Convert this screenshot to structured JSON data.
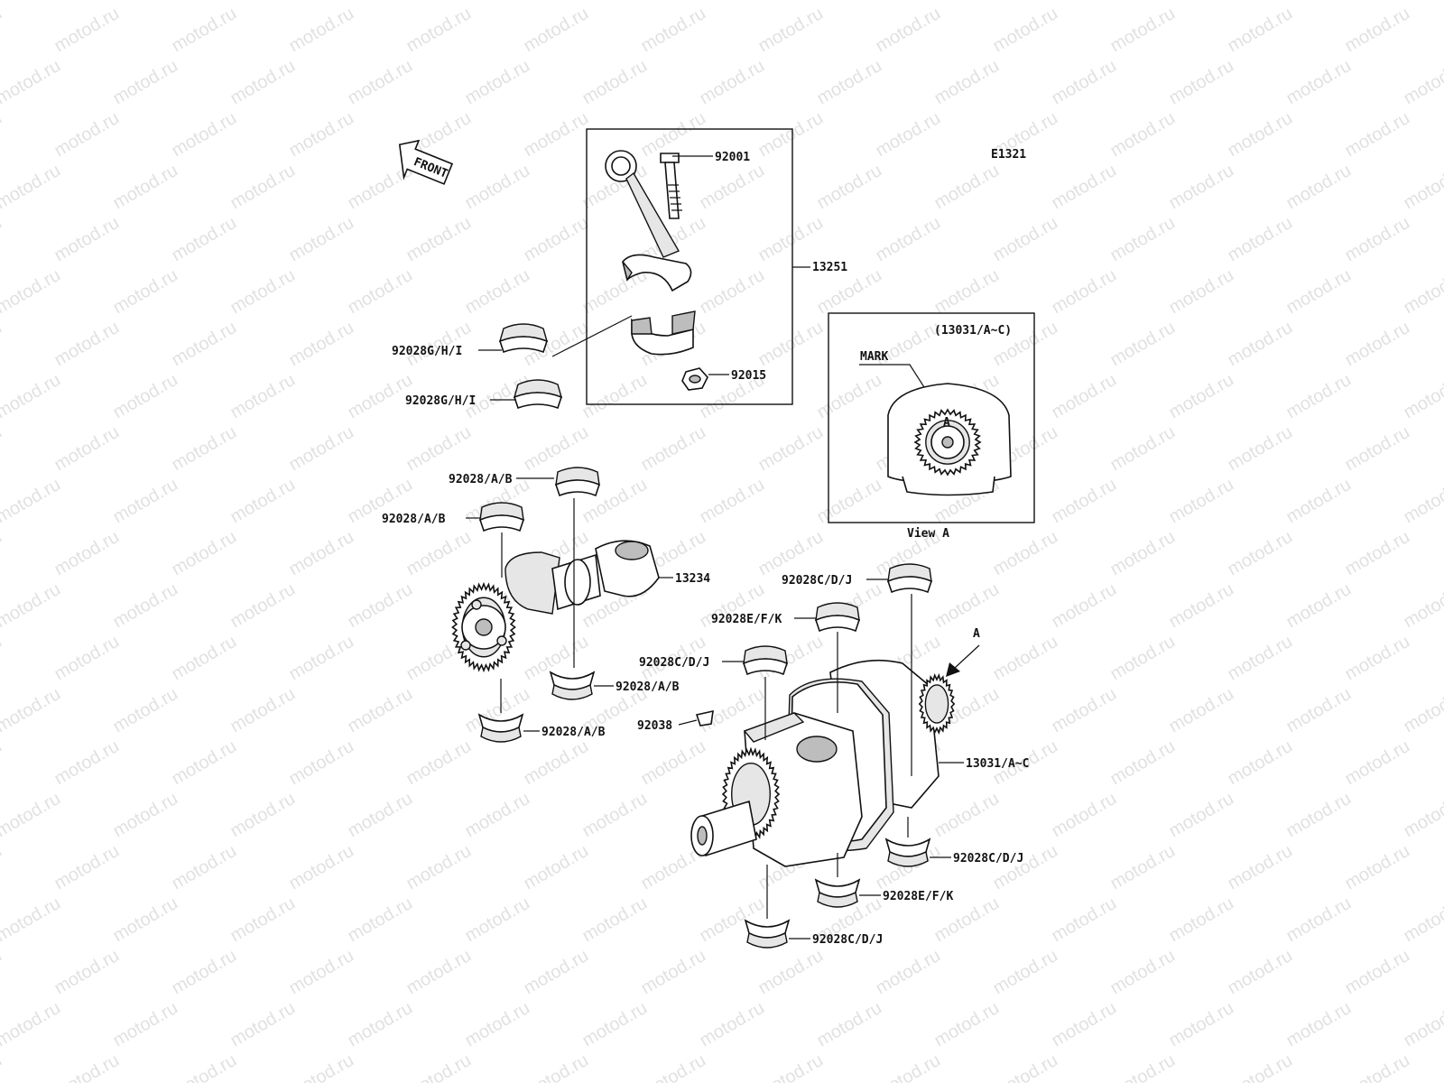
{
  "watermark": "motod.ru",
  "diagram_code": "E1321",
  "front_label": "FRONT",
  "view_a": {
    "title": "View A",
    "header": "(13031/A~C)",
    "mark_label": "MARK",
    "gear_letter": "A"
  },
  "arrow_a_label": "A",
  "labels": [
    {
      "id": "92001",
      "text": "92001"
    },
    {
      "id": "13251",
      "text": "13251"
    },
    {
      "id": "92015",
      "text": "92015"
    },
    {
      "id": "92028ghi-1",
      "text": "92028G/H/I"
    },
    {
      "id": "92028ghi-2",
      "text": "92028G/H/I"
    },
    {
      "id": "92028ab-1",
      "text": "92028/A/B"
    },
    {
      "id": "92028ab-2",
      "text": "92028/A/B"
    },
    {
      "id": "13234",
      "text": "13234"
    },
    {
      "id": "92028ab-3",
      "text": "92028/A/B"
    },
    {
      "id": "92028ab-4",
      "text": "92028/A/B"
    },
    {
      "id": "92028cdj-1",
      "text": "92028C/D/J"
    },
    {
      "id": "92028efk-1",
      "text": "92028E/F/K"
    },
    {
      "id": "92028cdj-2",
      "text": "92028C/D/J"
    },
    {
      "id": "92038",
      "text": "92038"
    },
    {
      "id": "13031",
      "text": "13031/A~C"
    },
    {
      "id": "92028cdj-3",
      "text": "92028C/D/J"
    },
    {
      "id": "92028efk-2",
      "text": "92028E/F/K"
    },
    {
      "id": "92028cdj-4",
      "text": "92028C/D/J"
    }
  ]
}
